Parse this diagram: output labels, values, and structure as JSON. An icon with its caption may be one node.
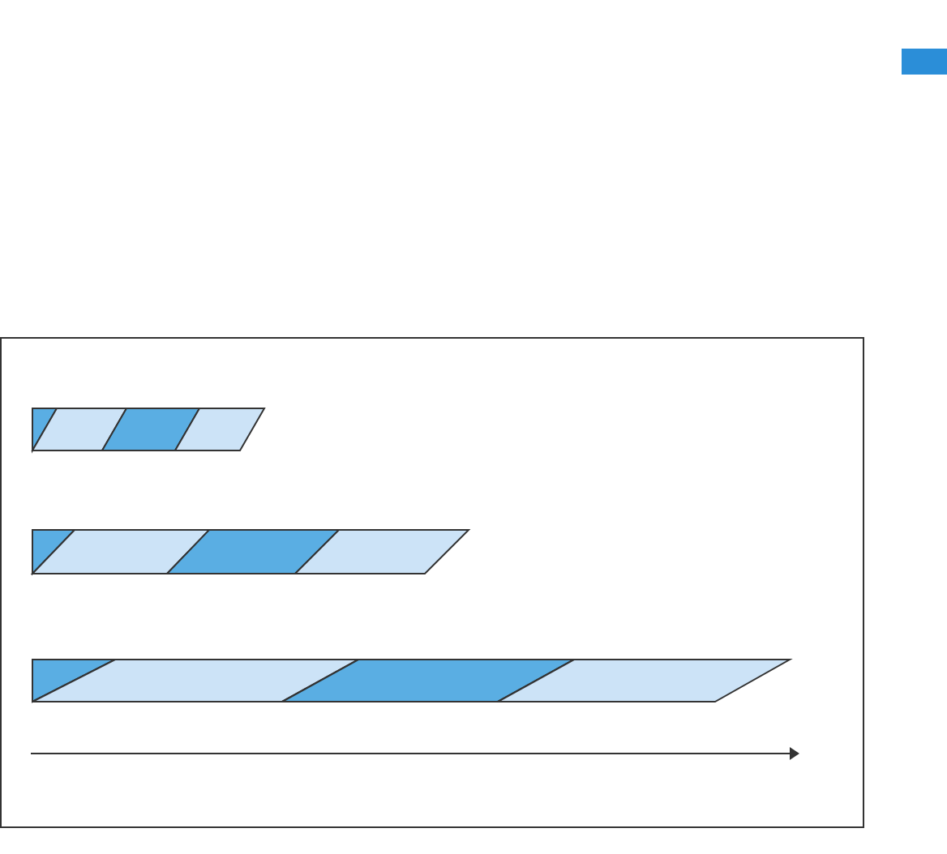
{
  "diagram": {
    "nodes": [
      {
        "text": [],
        "shape": "box"
      },
      {
        "text": [],
        "shape": "bar",
        "in": 0
      },
      {
        "text": [],
        "shape": "bar",
        "in": 0
      },
      {
        "text": [],
        "shape": "bar",
        "in": 0
      }
    ]
  }
}
